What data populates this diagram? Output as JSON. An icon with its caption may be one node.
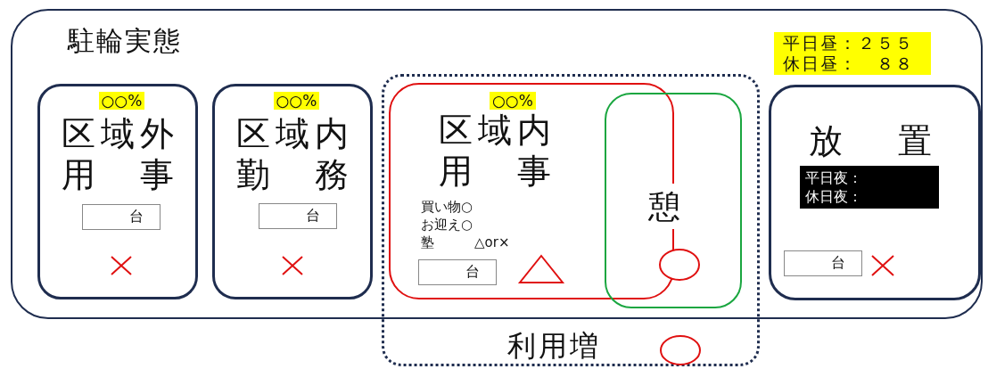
{
  "diagram": {
    "nodes": [
      {
        "text": [
          "駐輪実態"
        ]
      },
      {
        "text": [
          "○○%",
          "区域外用　事"
        ],
        "in": 0
      },
      {
        "text": [
          "台"
        ],
        "in": 1
      },
      {
        "text": [
          "○○%",
          "区域内勤　務"
        ],
        "in": 0
      },
      {
        "text": [
          "台"
        ],
        "in": 3
      },
      {
        "text": [
          "利用増"
        ]
      },
      {
        "text": [
          "○○%",
          "区域内用　事",
          "買い物○",
          "お迎え○",
          "塾　　　△or×"
        ],
        "in": 5
      },
      {
        "text": [
          "台"
        ],
        "in": 6
      },
      {
        "text": [
          "憩"
        ],
        "in": 5
      },
      {
        "text": [
          "放　置"
        ],
        "in": 0
      },
      {
        "text": [
          "平日夜：休日夜："
        ],
        "in": 9
      },
      {
        "text": [
          "台"
        ],
        "in": 9
      },
      {
        "text": [
          "平日昼：２５５休日昼：　８８"
        ],
        "in": 0
      }
    ],
    "edges": []
  }
}
